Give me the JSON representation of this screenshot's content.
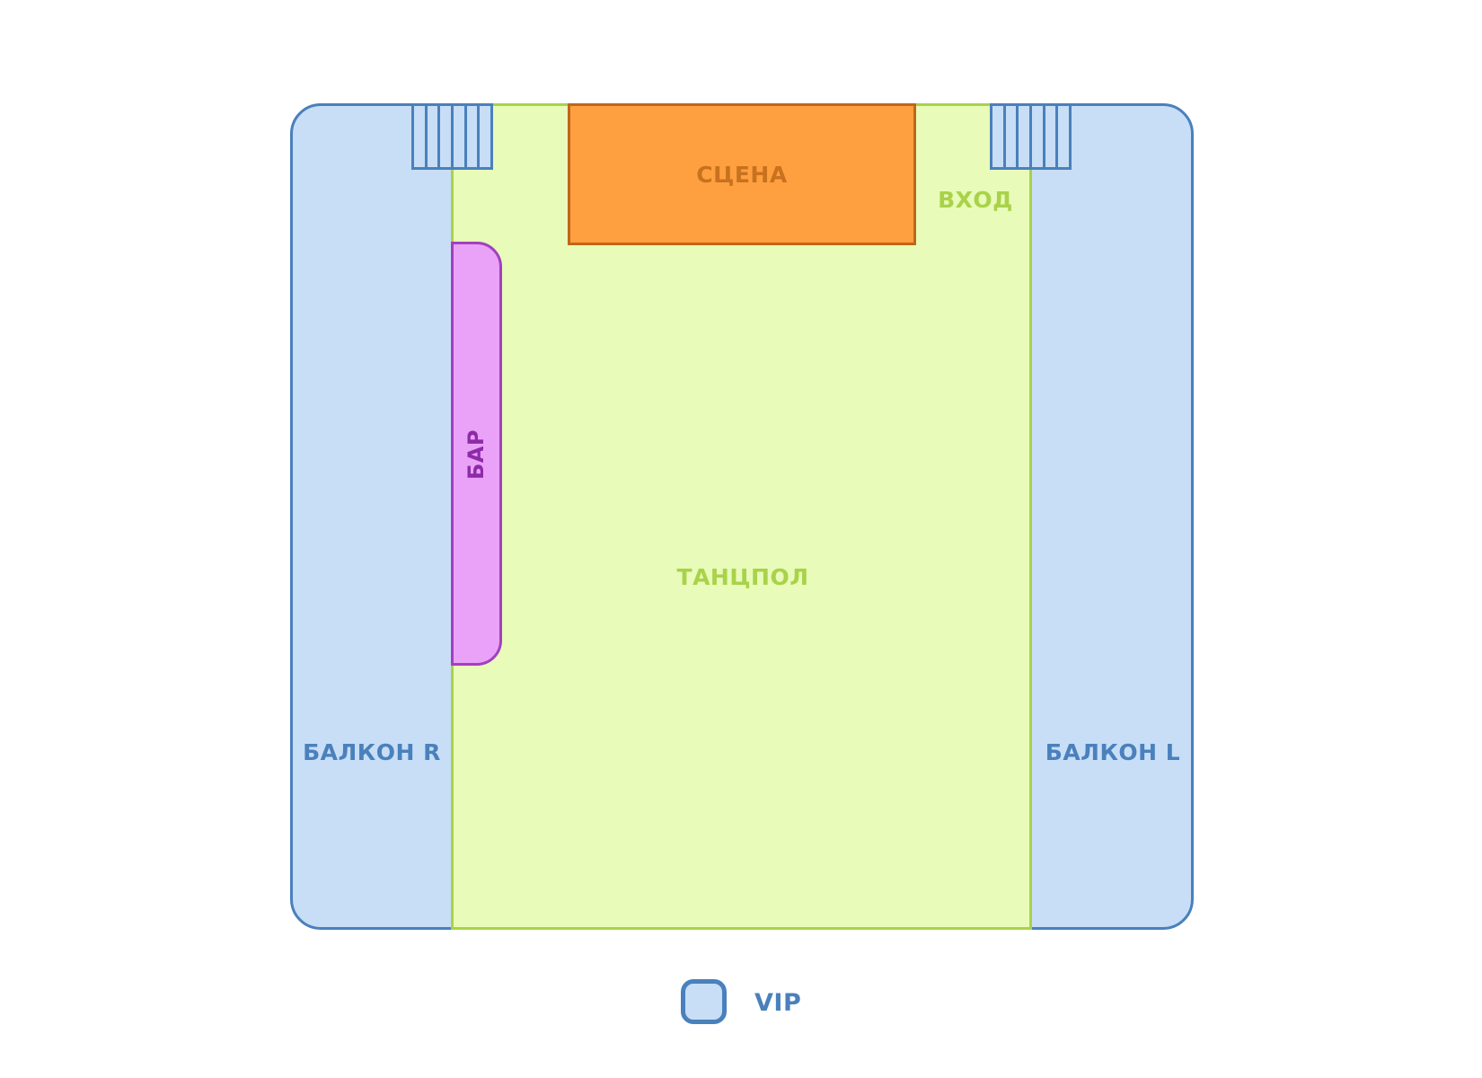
{
  "map": {
    "zones": {
      "stage": "СЦЕНА",
      "entrance": "ВХОД",
      "dance_floor": "ТАНЦПОЛ",
      "bar": "БАР",
      "balcony_right": "БАЛКОН R",
      "balcony_left": "БАЛКОН L"
    },
    "colors": {
      "balcony_fill": "#C7DEF6",
      "balcony_stroke": "#4A80BC",
      "floor_fill": "#E8FBB9",
      "floor_stroke": "#A9D24A",
      "stage_fill": "#FFA040",
      "stage_stroke": "#C0661A",
      "bar_fill": "#E9A2F8",
      "bar_stroke": "#A33FC0"
    },
    "stairs_steps": 6
  },
  "legend": {
    "items": [
      {
        "label": "VIP",
        "color": "#C7DEF6",
        "stroke": "#4A80BC"
      }
    ]
  }
}
